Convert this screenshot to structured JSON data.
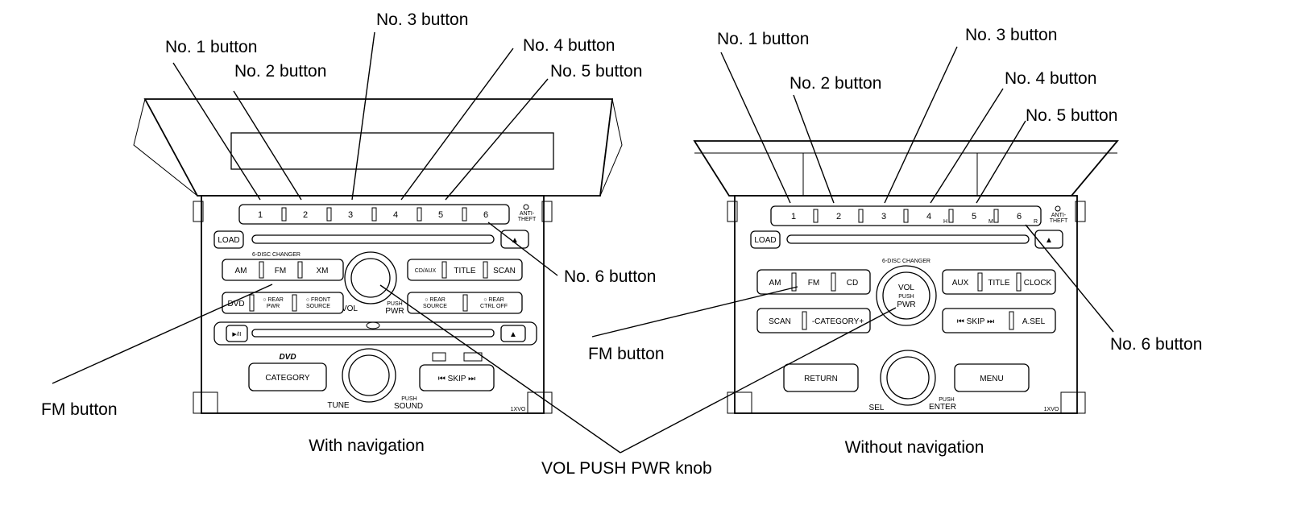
{
  "callouts": {
    "left_no1": "No. 1 button",
    "left_no2": "No. 2 button",
    "left_no3": "No. 3 button",
    "left_no4": "No. 4 button",
    "left_no5": "No. 5 button",
    "left_no6": "No. 6 button",
    "left_fm": "FM button",
    "right_no1": "No. 1 button",
    "right_no2": "No. 2 button",
    "right_no3": "No. 3 button",
    "right_no4": "No. 4 button",
    "right_no5": "No. 5 button",
    "right_no6": "No. 6 button",
    "right_fm": "FM button",
    "vol_knob": "VOL PUSH PWR knob"
  },
  "captions": {
    "with_nav": "With navigation",
    "without_nav": "Without navigation"
  },
  "left_unit": {
    "presets": [
      "1",
      "2",
      "3",
      "4",
      "5",
      "6"
    ],
    "anti_theft": "ANTI-\nTHEFT",
    "load": "LOAD",
    "eject": "▲",
    "disc_changer": "6-DISC CHANGER",
    "am": "AM",
    "fm": "FM",
    "xm": "XM",
    "cd_aux": "CD/AUX",
    "title": "TITLE",
    "scan": "SCAN",
    "dvd": "DVD",
    "rear_pwr": "REAR\nPWR",
    "front_source": "FRONT\nSOURCE",
    "rear_source": "REAR\nSOURCE",
    "rear_ctrl_off": "REAR\nCTRL OFF",
    "vol": "VOL",
    "push_pwr": "PUSH\nPWR",
    "play_pause": "▶/II",
    "eject2": "▲",
    "dvd_logo": "DVD",
    "category": "CATEGORY",
    "skip": "SKIP",
    "tune": "TUNE",
    "push_sound": "PUSH\nSOUND",
    "model": "1XVO"
  },
  "right_unit": {
    "presets": [
      "1",
      "2",
      "3",
      "4",
      "5",
      "6"
    ],
    "preset_marks": [
      "H",
      "M",
      "R"
    ],
    "anti_theft": "ANTI-\nTHEFT",
    "load": "LOAD",
    "eject": "▲",
    "disc_changer": "6-DISC CHANGER",
    "am": "AM",
    "fm": "FM",
    "cd": "CD",
    "aux": "AUX",
    "title": "TITLE",
    "clock": "CLOCK",
    "scan": "SCAN",
    "category": "-CATEGORY+",
    "skip": "SKIP",
    "a_sel": "A.SEL",
    "vol": "VOL",
    "push": "PUSH",
    "pwr": "PWR",
    "return": "RETURN",
    "menu": "MENU",
    "sel": "SEL",
    "push_enter": "PUSH\nENTER",
    "model": "1XVO"
  }
}
